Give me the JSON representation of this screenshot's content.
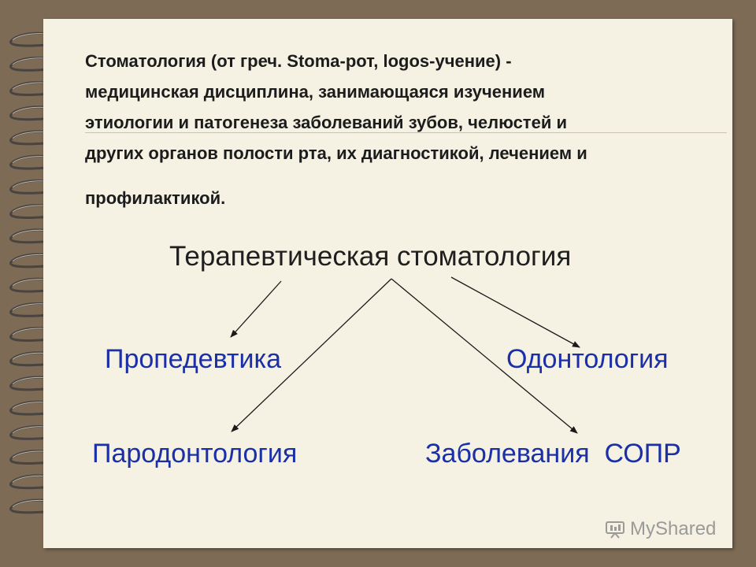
{
  "intro_lines": [
    "Стоматология (от греч. Stoma-рот, logos-учение) -",
    "медицинская дисциплина, занимающаяся изучением",
    "этиологии и патогенеза заболеваний зубов, челюстей и",
    "других органов полости рта, их диагностикой, лечением и",
    "профилактикой."
  ],
  "diagram": {
    "root": "Терапевтическая стоматология",
    "nodes": {
      "propedeutics": "Пропедевтика",
      "odontology": "Одонтология",
      "periodontology": "Пародонтология",
      "oral_mucosa_diseases": "Заболевания  СОПР"
    }
  },
  "watermark": {
    "text": "MyShared",
    "icon": "presentation-board-icon"
  },
  "colors": {
    "frame": "#7d6b56",
    "page": "#f5f1e3",
    "node_text": "#1a2fa8",
    "body_text": "#1c1c1c"
  }
}
